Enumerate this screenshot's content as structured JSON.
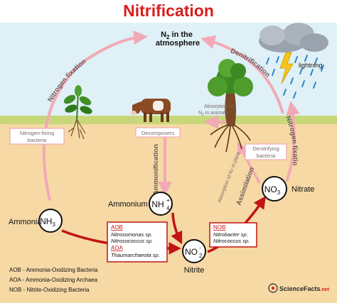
{
  "title": "Nitrification",
  "atmosphere": {
    "line1": "N",
    "sub": "2",
    "line1_rest": " in the",
    "line2": "atmosphere"
  },
  "arcs": {
    "nitrogen_fixation_left": "Nitrogen fixation",
    "denitrification": "Denitrification",
    "nitrogen_fixation_right": "Nitrogen fixation",
    "ammonification": "Ammonification",
    "assimilation": "Assimilation"
  },
  "boxes": {
    "nitrogen_fixing_bacteria": [
      "Nitrogen-fixing",
      "bacteria"
    ],
    "decomposers": "Decomposers",
    "denitrifying_bacteria": [
      "Denitrifying",
      "bacteria"
    ]
  },
  "notes": {
    "absorption_animals": [
      "Absorption of",
      "N",
      "2",
      " in animals"
    ],
    "absorption_plants": [
      "Absorption of",
      "N",
      "2",
      " in plants"
    ]
  },
  "lightning": "lightning",
  "compounds": {
    "ammonia": {
      "label": "Ammonia",
      "formula": "NH",
      "sub": "3"
    },
    "ammonium": {
      "label": "Ammonium",
      "formula": "NH",
      "sub": "4",
      "sup": "+"
    },
    "nitrite": {
      "label": "Nitrite",
      "formula": "NO",
      "sub": "2",
      "sup": "-"
    },
    "nitrate": {
      "label": "Nitrate",
      "formula": "NO",
      "sub": "3"
    }
  },
  "aob_box": {
    "aob": "AOB",
    "aob_species": [
      "Nitrosomonas sp.",
      "Nitrosococcus sp."
    ],
    "aoa": "AOA",
    "aoa_species": [
      "Thaumarchaeota sp."
    ]
  },
  "nob_box": {
    "nob": "NOB",
    "nob_species": [
      "Nitrobacter sp.",
      "Nitrococcus sp."
    ]
  },
  "legend": [
    "AOB - Ammonia-Oxidizing Bacteria",
    "AOA - Ammonia-Oxidizing Archaea",
    "NOB - Nitrite-Oxidizing Bacteria"
  ],
  "logo": {
    "text": "ScienceFacts",
    "suffix": ".net"
  },
  "colors": {
    "title": "#d71e1e",
    "sky": "#dff0f6",
    "soil": "#f6d9a4",
    "pink_arrow": "#f2a9b6",
    "red_arrow": "#c21414"
  }
}
